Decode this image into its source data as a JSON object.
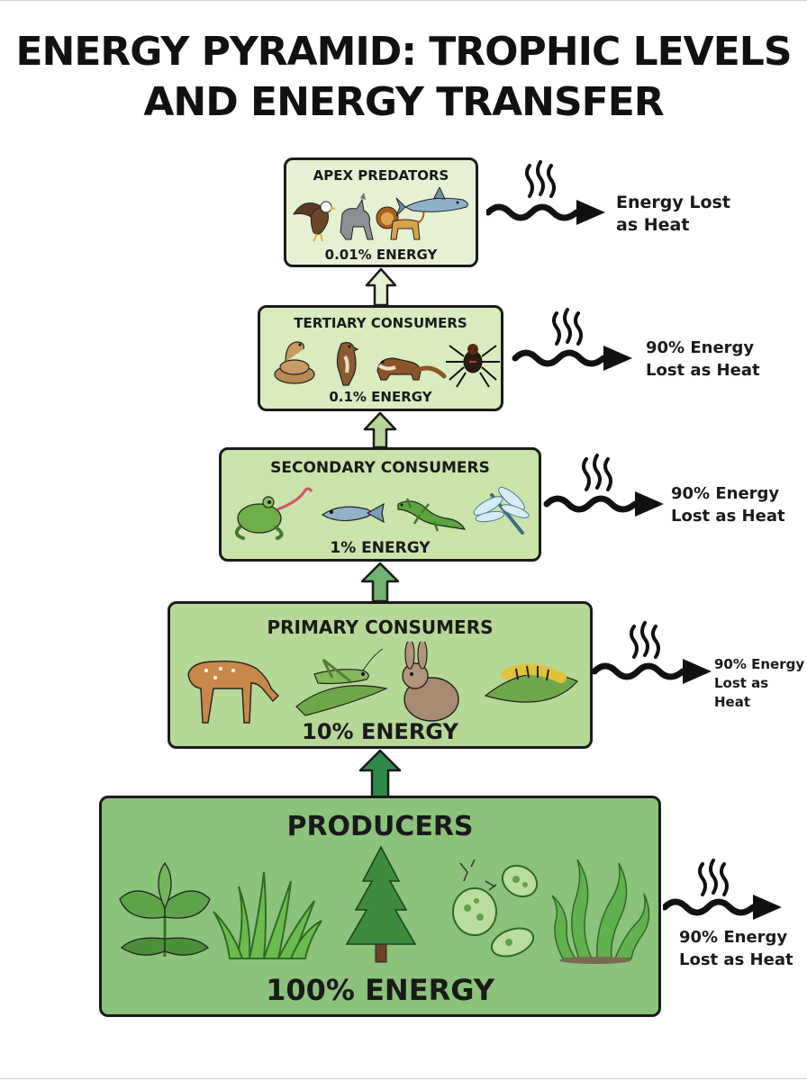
{
  "title": {
    "line1": "ENERGY PYRAMID: TROPHIC LEVELS",
    "line2": "AND ENERGY TRANSFER"
  },
  "levels": {
    "apex": {
      "name": "APEX PREDATORS",
      "energy": "0.01% ENERGY",
      "icons": [
        "eagle-icon",
        "wolf-icon",
        "lion-icon",
        "shark-icon"
      ],
      "heat_line1": "Energy Lost",
      "heat_line2": "as Heat"
    },
    "tertiary": {
      "name": "TERTIARY CONSUMERS",
      "energy": "0.1% ENERGY",
      "icons": [
        "snake-icon",
        "hawk-icon",
        "weasel-icon",
        "spider-icon"
      ],
      "heat_line1": "90% Energy",
      "heat_line2": "Lost as Heat"
    },
    "secondary": {
      "name": "SECONDARY CONSUMERS",
      "energy": "1% ENERGY",
      "icons": [
        "frog-icon",
        "fish-icon",
        "lizard-icon",
        "dragonfly-icon"
      ],
      "heat_line1": "90% Energy",
      "heat_line2": "Lost as Heat"
    },
    "primary": {
      "name": "PRIMARY CONSUMERS",
      "energy": "10% ENERGY",
      "icons": [
        "deer-icon",
        "grasshopper-icon",
        "rabbit-icon",
        "caterpillar-icon"
      ],
      "heat_line1": "90% Energy",
      "heat_line2": "Lost as Heat"
    },
    "producers": {
      "name": "PRODUCERS",
      "energy": "100% ENERGY",
      "icons": [
        "leafy-plant-icon",
        "grass-icon",
        "pine-tree-icon",
        "algae-cells-icon",
        "seaweed-icon"
      ],
      "heat_line1": "90% Energy",
      "heat_line2": "Lost as Heat"
    }
  },
  "colors": {
    "apex_fill": "#e6f1d3",
    "tertiary_fill": "#d9ebbf",
    "secondary_fill": "#c9e3ab",
    "primary_fill": "#b6d897",
    "producers_fill": "#8cc37c",
    "arrow_fill": "#6fb36f",
    "outline": "#1b1b1b"
  }
}
